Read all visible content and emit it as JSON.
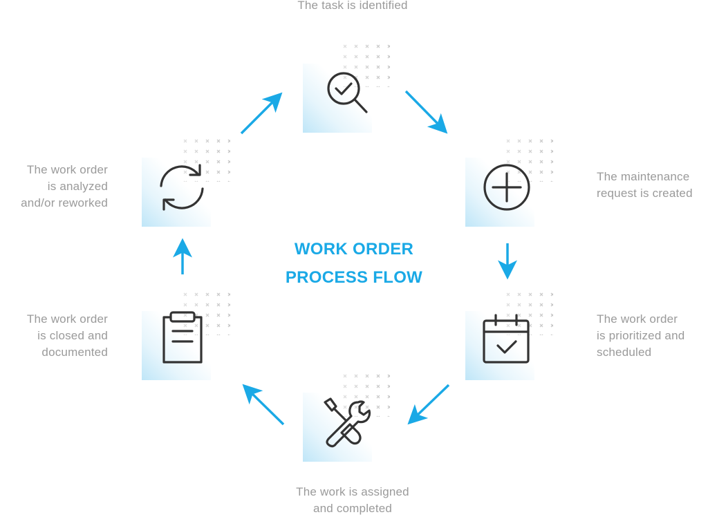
{
  "title": {
    "line1": "WORK ORDER",
    "line2": "PROCESS FLOW"
  },
  "colors": {
    "accent": "#1aa9e6",
    "icon_stroke": "#333333",
    "label_text": "#9a9a9a",
    "dot_marks": "#c4c4c4",
    "box_gradient_start": "#bfe6f8"
  },
  "steps": [
    {
      "id": "identify",
      "icon": "magnifier-check-icon",
      "lines": [
        "The task is identified"
      ]
    },
    {
      "id": "create",
      "icon": "plus-circle-icon",
      "lines": [
        "The maintenance",
        "request is created"
      ]
    },
    {
      "id": "schedule",
      "icon": "calendar-check-icon",
      "lines": [
        "The work order",
        "is prioritized and",
        "scheduled"
      ]
    },
    {
      "id": "complete",
      "icon": "wrench-screwdriver-icon",
      "lines": [
        "The work is assigned",
        "and completed"
      ]
    },
    {
      "id": "close",
      "icon": "clipboard-icon",
      "lines": [
        "The work order",
        "is closed and",
        "documented"
      ]
    },
    {
      "id": "analyze",
      "icon": "refresh-cycle-icon",
      "lines": [
        "The work order",
        "is analyzed",
        "and/or reworked"
      ]
    }
  ],
  "flow": [
    {
      "from": "identify",
      "to": "create",
      "direction": "down-right"
    },
    {
      "from": "create",
      "to": "schedule",
      "direction": "down"
    },
    {
      "from": "schedule",
      "to": "complete",
      "direction": "down-left"
    },
    {
      "from": "complete",
      "to": "close",
      "direction": "up-left"
    },
    {
      "from": "close",
      "to": "analyze",
      "direction": "up"
    },
    {
      "from": "analyze",
      "to": "identify",
      "direction": "up-right"
    }
  ]
}
